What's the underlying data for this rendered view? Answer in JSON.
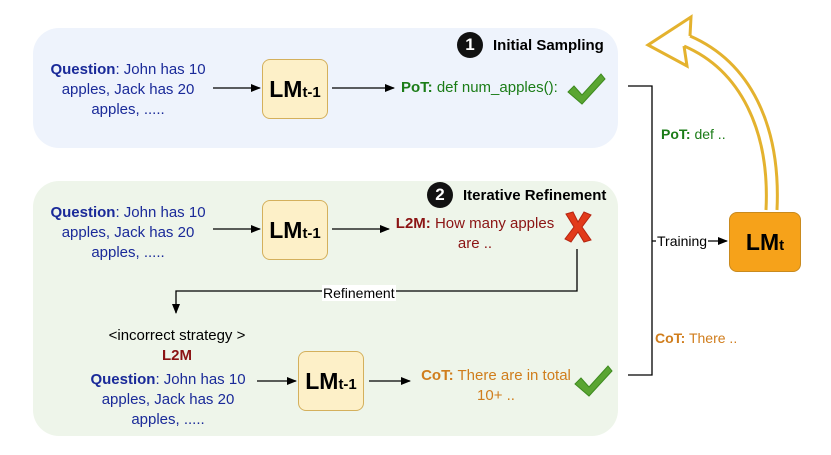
{
  "steps": [
    {
      "num": "1",
      "title": "Initial Sampling"
    },
    {
      "num": "2",
      "title": "Iterative Refinement"
    }
  ],
  "question": {
    "label": "Question",
    "line1": ": John has 10",
    "line2": "apples, Jack has 20",
    "line3": "apples, ....."
  },
  "lm_prev": {
    "base": "LM",
    "sub": "t-1"
  },
  "lm_final": {
    "base": "LM",
    "sub": "t"
  },
  "outputs": {
    "pot": {
      "label": "PoT:",
      "text": "def num_apples():"
    },
    "l2m": {
      "label": "L2M:",
      "text1": "How many apples",
      "text2": "are .."
    },
    "cot": {
      "label": "CoT:",
      "text1": "There are in total",
      "text2": "10+ .."
    }
  },
  "refinement": {
    "label": "Refinement",
    "strategy_text": "<incorrect strategy >",
    "strategy_name": "L2M"
  },
  "training": {
    "label": "Training",
    "pot_label": "PoT:",
    "pot_text": "def ..",
    "cot_label": "CoT:",
    "cot_text": "There .."
  },
  "colors": {
    "question": "#1a2a99",
    "pot": "#1b7c17",
    "l2m": "#8b1414",
    "cot": "#d07d1c",
    "lm_box": "#fdf0c8",
    "lm_final_box": "#f6a21a",
    "feedback_arrow": "#e4b22e"
  },
  "icons": [
    "check-icon",
    "cross-icon",
    "number-badge-icon",
    "curved-arrow-icon"
  ]
}
